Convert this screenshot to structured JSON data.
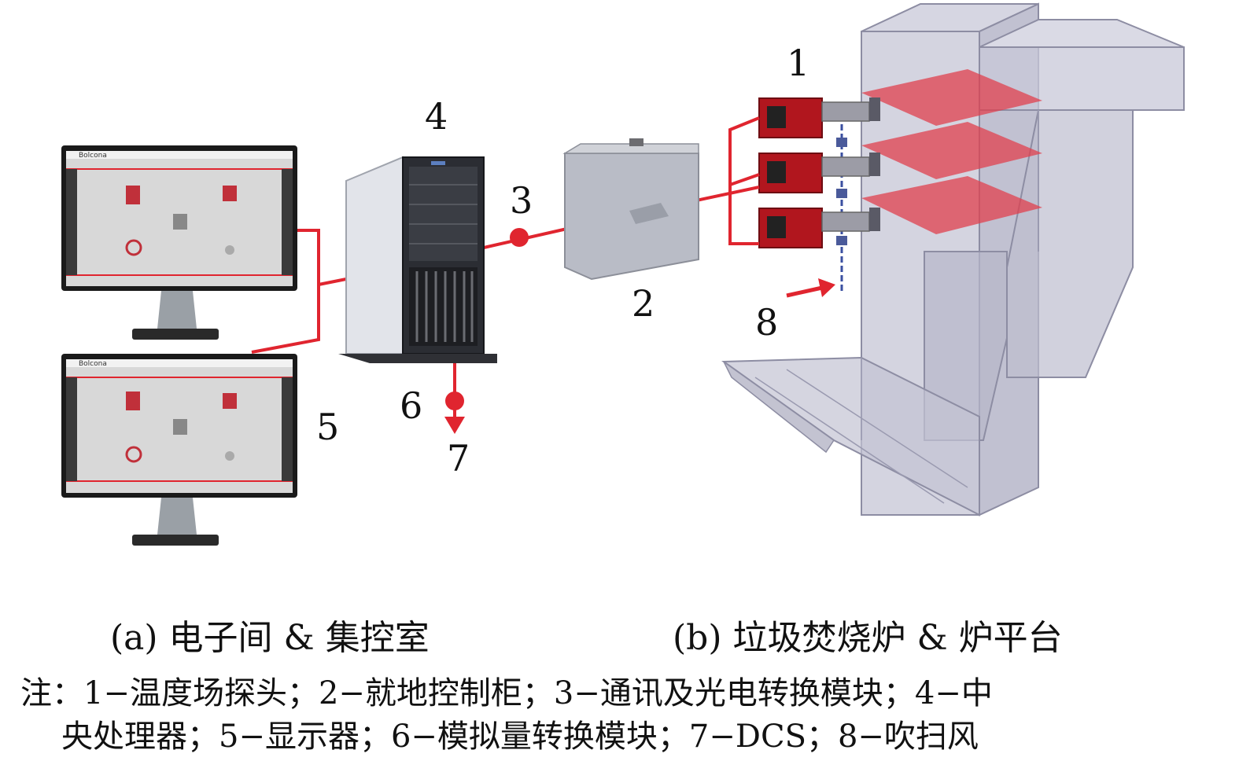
{
  "labels": {
    "probe": "1",
    "cabinet": "2",
    "converter": "3",
    "cpu": "4",
    "display": "5",
    "analog": "6",
    "dcs": "7",
    "purge": "8"
  },
  "screen_title": "Bolcona",
  "captions": {
    "left": "(a) 电子间 & 集控室",
    "right": "(b) 垃圾焚烧炉 & 炉平台"
  },
  "note": {
    "line1": "注：1−温度场探头；2−就地控制柜；3−通讯及光电转换模块；4−中",
    "line2": "央处理器；5−显示器；6−模拟量转换模块；7−DCS；8−吹扫风"
  },
  "colors": {
    "wire": "#e0252f",
    "plane": "#e0404e",
    "furnace": "#b8b8cc",
    "screen": "#d8d8d8"
  }
}
